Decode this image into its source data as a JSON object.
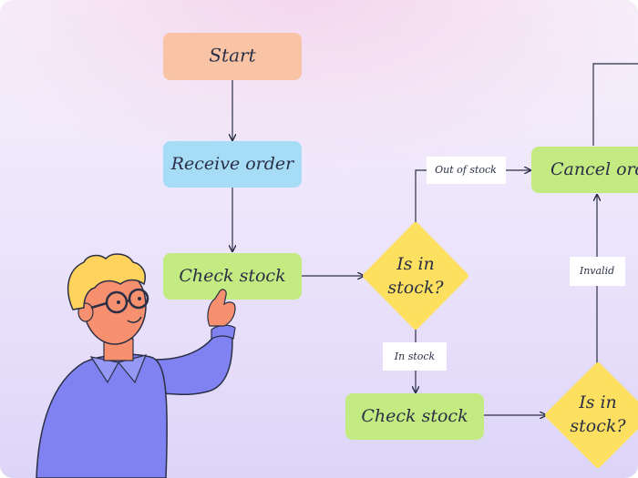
{
  "diagram": {
    "nodes": {
      "start": "Start",
      "receive_order": "Receive order",
      "check_stock_1": "Check stock",
      "decision_1_line1": "Is in",
      "decision_1_line2": "stock?",
      "cancel_order": "Cancel orde",
      "check_stock_2": "Check stock",
      "decision_2_line1": "Is in",
      "decision_2_line2": "stock?"
    },
    "edge_labels": {
      "out_of_stock": "Out of stock",
      "in_stock": "In stock",
      "invalid": "Invalid"
    }
  },
  "colors": {
    "start": "#f9c4a6",
    "receive_order": "#a7dcf7",
    "process_green": "#c3eb82",
    "decision_yellow": "#fde05f",
    "arrow": "#2b2f45",
    "shirt": "#7f82f0",
    "hair": "#ffd35c",
    "skin": "#f7906f"
  }
}
